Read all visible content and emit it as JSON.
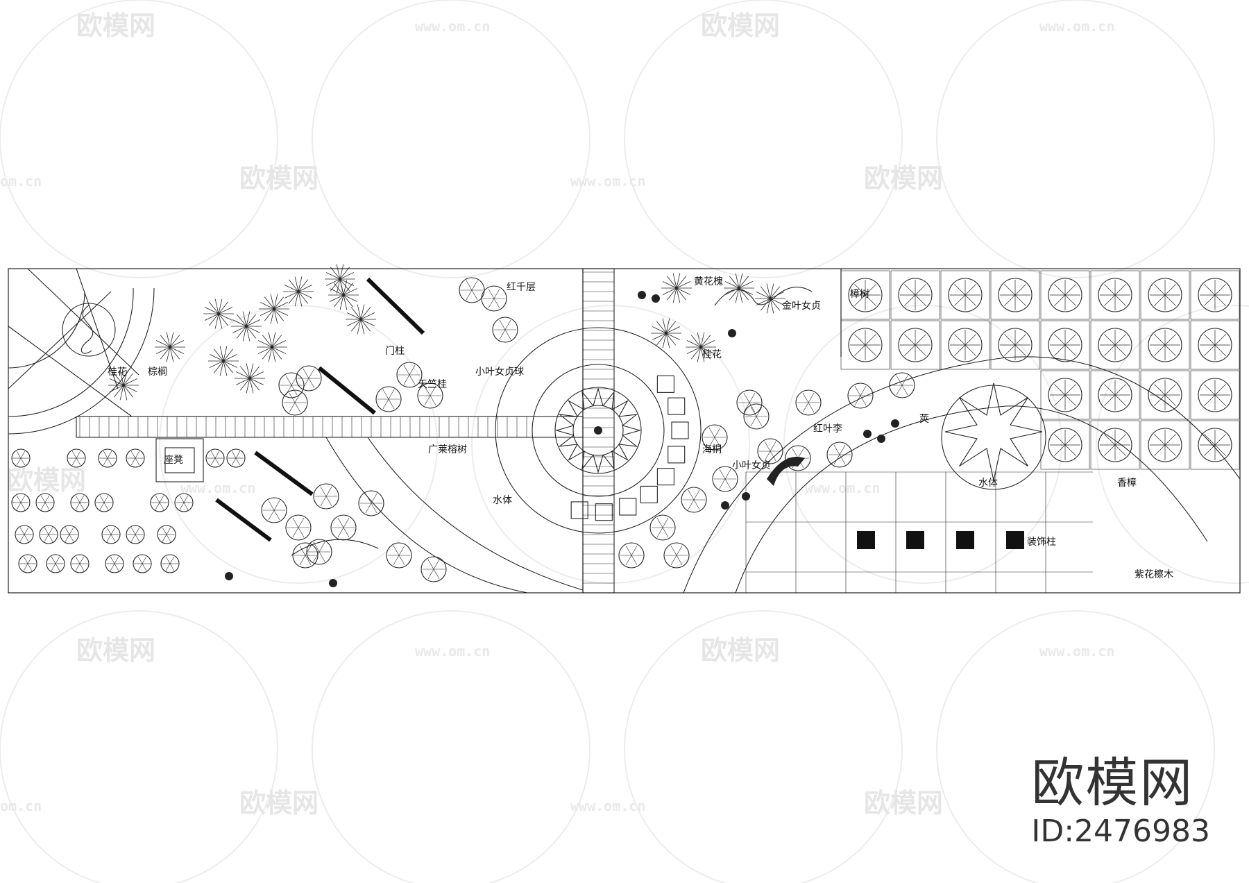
{
  "watermark": {
    "logo_text": "欧模网",
    "url_text": "www.om.cn",
    "url_fragment": "om.cn"
  },
  "brand": {
    "name": "欧模网",
    "id": "ID:2476983"
  },
  "plan_labels": {
    "guihua_1": "桂花",
    "zonglv": "棕榈",
    "menzhu": "门柱",
    "hongqianceng": "红千层",
    "xiaoye_nvzhen_qiu": "小叶女贞球",
    "tianzhugui": "天竺桂",
    "huangcai_1": "黄花槐",
    "jinye_nvzhen": "金叶女贞",
    "guihua_2": "桂花",
    "zuodeng": "座凳",
    "jiangshu": "樟树",
    "hongyeli": "红叶李",
    "guangyu_shu": "广莱榕树",
    "haitong": "海桐",
    "xiaoye_nvzhen": "小叶女贞",
    "jinjing_ying": "莢",
    "shuiti_1": "水体",
    "shuiti_2": "水体",
    "zhuangshizhu": "装饰柱",
    "xiangzhang": "香樟",
    "zihua_zhenmu": "紫花檫木"
  }
}
